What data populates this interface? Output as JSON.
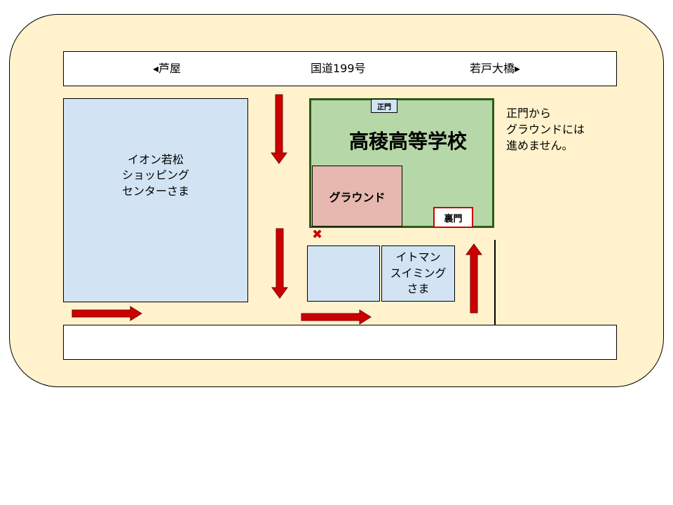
{
  "roads": {
    "top": {
      "left_label": "◂芦屋",
      "center_label": "国道199号",
      "right_label": "若戸大橋▸"
    }
  },
  "buildings": {
    "aeon": {
      "lines": [
        "イオン若松",
        "ショッピング",
        "センターさま"
      ]
    },
    "itoman": {
      "lines": [
        "イトマン",
        "スイミング",
        "さま"
      ]
    }
  },
  "school": {
    "name": "高稜高等学校",
    "ground": "グラウンド",
    "main_gate": "正門",
    "back_gate": "裏門"
  },
  "note": {
    "lines": [
      "正門から",
      "グラウンドには",
      "進めません。"
    ]
  },
  "marks": {
    "no_entry": "✖"
  },
  "colors": {
    "background": "#fff2cc",
    "building": "#d2e3f3",
    "school": "#b6d7a8",
    "school_border": "#2d5a1b",
    "ground": "#e6b8af",
    "arrow": "#cc0000",
    "back_gate_border": "#cc0000"
  },
  "icons": {
    "arrow": "direction-arrow-icon",
    "no_entry": "x-mark-icon"
  }
}
